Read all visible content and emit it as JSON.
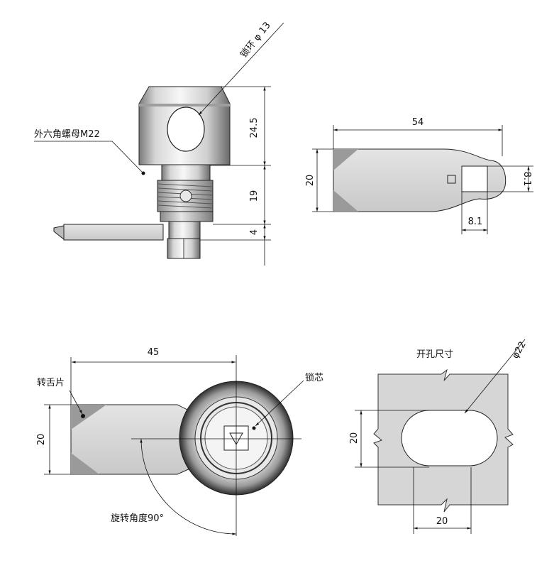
{
  "views": {
    "side": {
      "ring_label": "锁环 φ 13",
      "nut_label": "外六角螺母M22",
      "dim_head": "24.5",
      "dim_thread": "19",
      "dim_cam": "4"
    },
    "cam_plate": {
      "dim_length": "54",
      "dim_width": "20",
      "dim_square_w": "8.1",
      "dim_square_h": "8.1"
    },
    "front": {
      "dim_length": "45",
      "dim_width": "20",
      "cam_label": "转舌片",
      "core_label": "锁芯",
      "rotation_label": "旋转角度90°"
    },
    "cutout": {
      "title": "开孔尺寸",
      "dim_diameter": "φ22",
      "dim_height": "20",
      "dim_width": "20"
    }
  },
  "colors": {
    "metal_light": "#f2f2f2",
    "metal_mid": "#bdbdbd",
    "metal_dark": "#6e6e6e",
    "plate": "#d9d9d9",
    "panel": "#d6d6d6",
    "line": "#111111"
  }
}
